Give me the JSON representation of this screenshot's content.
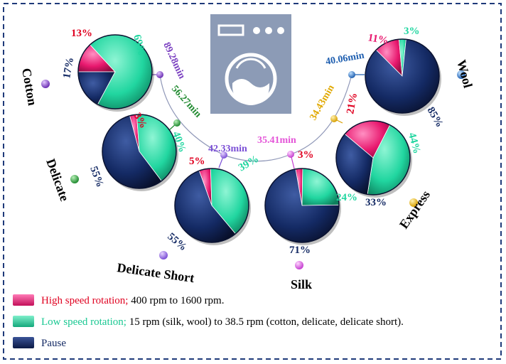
{
  "colors": {
    "high": "#e8186e",
    "low": "#21d6a0",
    "pause": "#142a64",
    "machine": "#8c9bb6",
    "border": "#1f3a7a"
  },
  "legend": {
    "high": {
      "title": "High speed rotation;",
      "desc": " 400 rpm to 1600 rpm."
    },
    "low": {
      "title": "Low speed rotation;",
      "desc": " 15 rpm (silk, wool) to 38.5 rpm (cotton, delicate, delicate short)."
    },
    "pause": {
      "title": "Pause"
    }
  },
  "chart_data": {
    "type": "pie",
    "categories": [
      "High speed rotation",
      "Low speed rotation",
      "Pause"
    ],
    "programs": [
      {
        "name": "Cotton",
        "time": "89.28min",
        "high": 13,
        "low": 69,
        "pause": 17
      },
      {
        "name": "Delicate",
        "time": "56.27min",
        "high": 3,
        "low": 40,
        "pause": 55
      },
      {
        "name": "Delicate Short",
        "time": "42.33min",
        "high": 5,
        "low": 39,
        "pause": 55
      },
      {
        "name": "Silk",
        "time": "35.41min",
        "high": 3,
        "low": 24,
        "pause": 71
      },
      {
        "name": "Express",
        "time": "34.43min",
        "high": 21,
        "low": 44,
        "pause": 33
      },
      {
        "name": "Wool",
        "time": "40.06min",
        "high": 11,
        "low": 3,
        "pause": 85
      }
    ]
  }
}
